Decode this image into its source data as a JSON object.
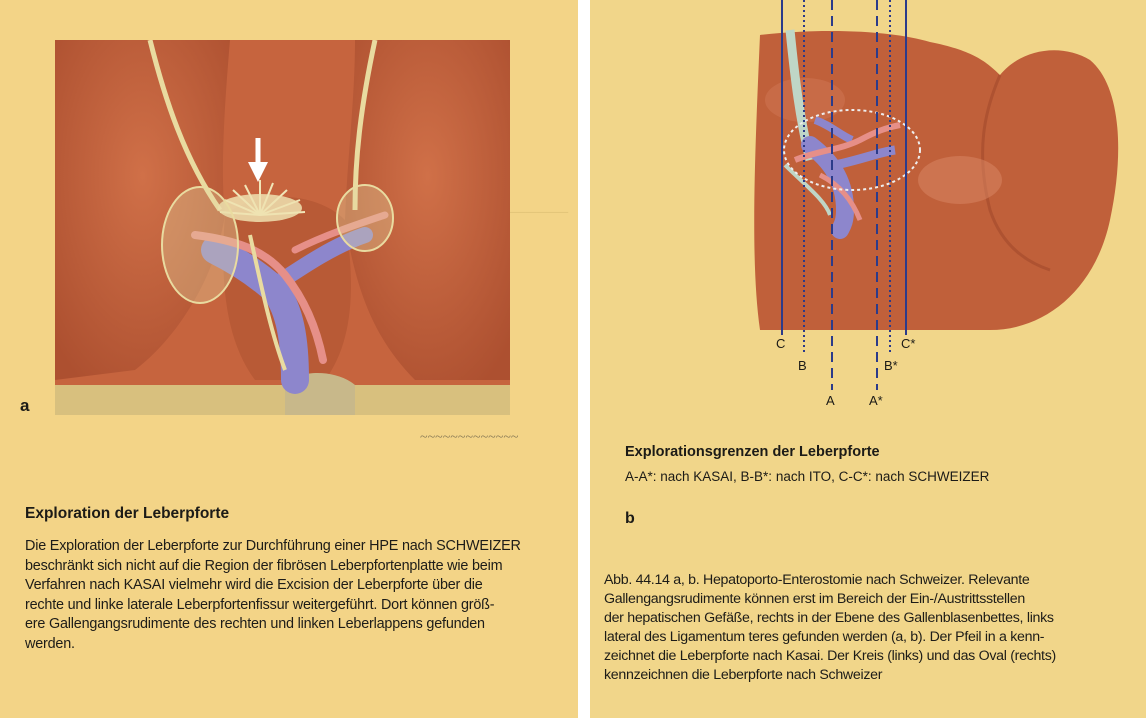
{
  "left": {
    "panel_label": "a",
    "caption_title": "Exploration der Leberpforte",
    "caption_lines": [
      "Die Exploration der Leberpforte zur Durchführung einer HPE nach SCHWEIZER",
      "beschränkt sich nicht auf die Region der fibrösen Leberpfortenplatte wie beim",
      "Verfahren nach KASAI vielmehr wird die Excision der Leberpforte über die",
      "rechte und linke laterale Leberpfortenfissur weitergeführt. Dort können größ-",
      "ere Gallengangsrudimente des rechten und linken Leberlappens gefunden",
      "werden."
    ]
  },
  "right": {
    "line_labels": {
      "C": "C",
      "B": "B",
      "A": "A",
      "A_star": "A*",
      "B_star": "B*",
      "C_star": "C*"
    },
    "caption_title": "Explorationsgrenzen der Leberpforte",
    "caption_line": "A-A*: nach KASAI,  B-B*: nach ITO,  C-C*: nach SCHWEIZER",
    "panel_label": "b",
    "figure_caption_lines": [
      "Abb. 44.14 a, b.  Hepatoporto-Enterostomie nach Schweizer. Relevante",
      "Gallengangsrudimente können erst im Bereich der Ein-/Austrittsstellen",
      "der hepatischen Gefäße, rechts in der Ebene des Gallenblasenbettes, links",
      "lateral des Ligamentum teres gefunden werden (a, b). Der Pfeil in a kenn-",
      "zeichnet die Leberpforte nach Kasai. Der Kreis (links) und das Oval (rechts)",
      "kennzeichnen die Leberpforte nach Schweizer"
    ]
  },
  "colors": {
    "page_bg": "#f3d487",
    "liver": "#c0603a",
    "liver_dark": "#a24a2b",
    "vein": "#8d86cc",
    "artery": "#e68f88",
    "duct": "#bfd6c7"
  }
}
